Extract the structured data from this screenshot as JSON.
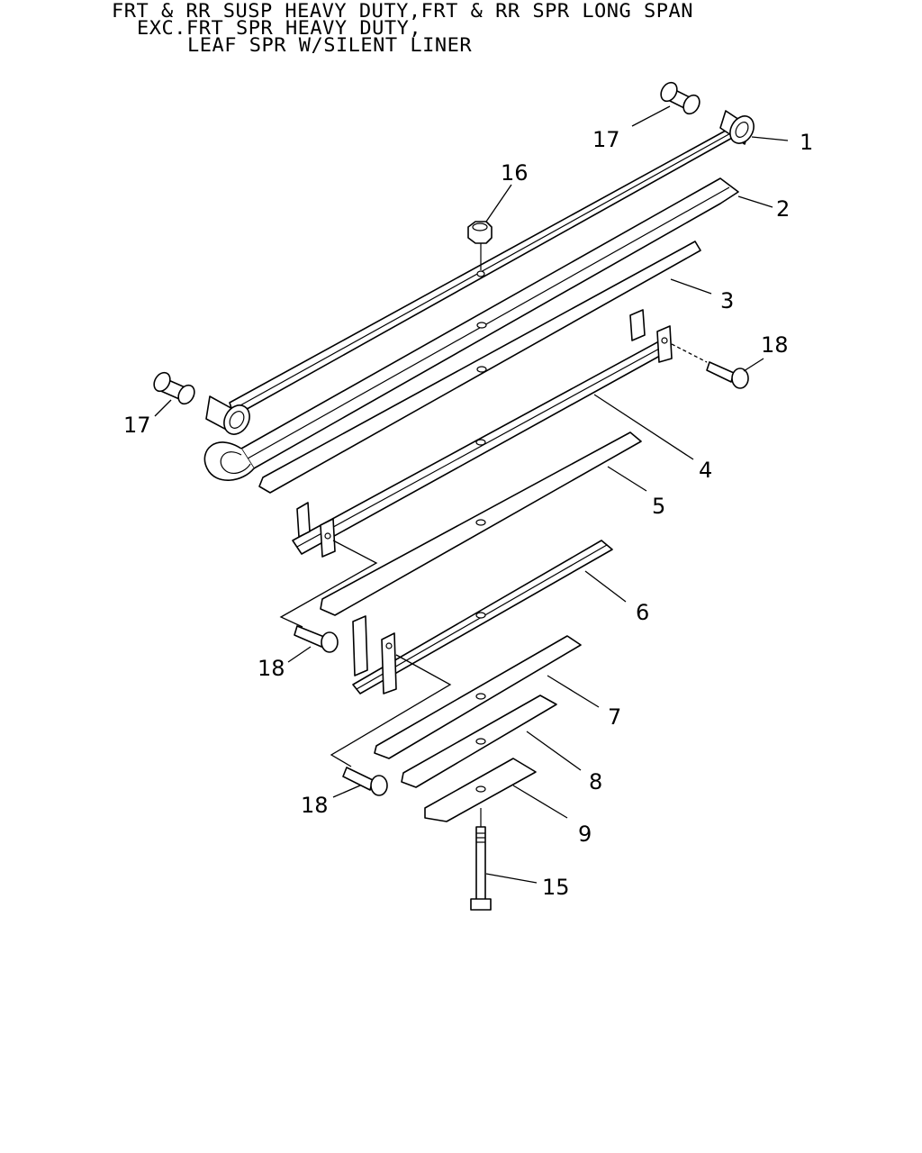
{
  "header": {
    "line1": "FRT & RR SUSP HEAVY DUTY,FRT & RR SPR LONG SPAN",
    "line2": "EXC.FRT SPR HEAVY DUTY,",
    "line3": "LEAF SPR W/SILENT LINER"
  },
  "callouts": {
    "c1": "1",
    "c2": "2",
    "c3": "3",
    "c4": "4",
    "c5": "5",
    "c6": "6",
    "c7": "7",
    "c8": "8",
    "c9": "9",
    "c15": "15",
    "c16": "16",
    "c17a": "17",
    "c17b": "17",
    "c18a": "18",
    "c18b": "18",
    "c18c": "18"
  }
}
